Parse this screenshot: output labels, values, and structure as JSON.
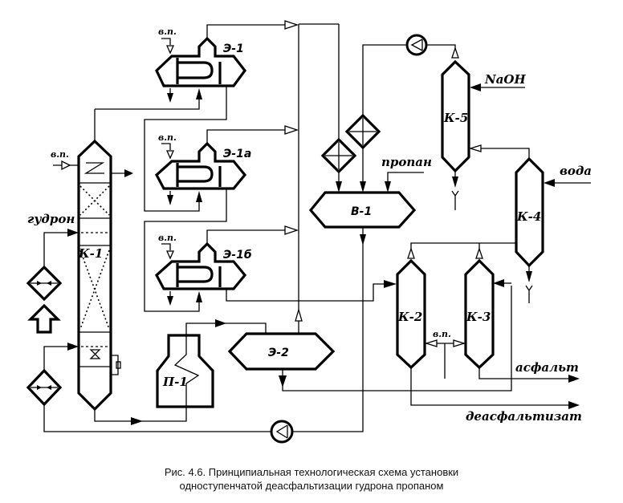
{
  "figure": {
    "caption_line1": "Рис. 4.6. Принципиальная технологическая схема установки",
    "caption_line2": "одноступенчатой деасфальтизации гудрона пропаном"
  },
  "equipment": {
    "k1": "К-1",
    "k2": "К-2",
    "k3": "К-3",
    "k4": "К-4",
    "k5": "К-5",
    "e1": "Э-1",
    "e1a": "Э-1а",
    "e1b": "Э-1б",
    "e2": "Э-2",
    "v1": "В-1",
    "p1": "П-1"
  },
  "streams": {
    "steam": "в.п.",
    "feed": "гудрон",
    "propane": "пропан",
    "naoh": "NaOH",
    "water": "вода",
    "asphalt": "асфальт",
    "deasphaltizate": "деасфальтизат"
  }
}
